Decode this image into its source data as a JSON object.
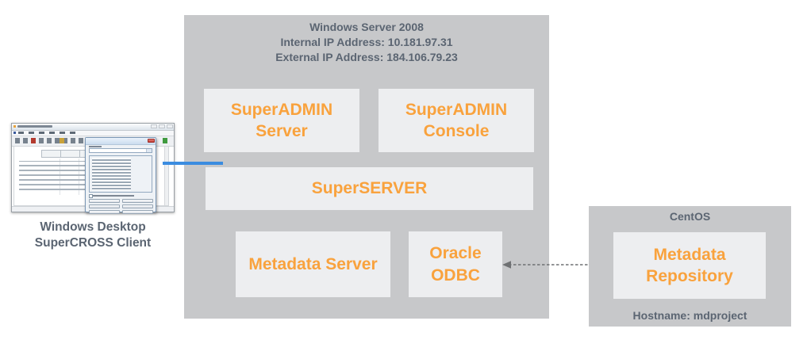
{
  "colors": {
    "container_gray": "#c7c8ca",
    "component_bg": "#edeef0",
    "accent_orange": "#f9a23d",
    "text_slate": "#5b6572",
    "arrow_gray": "#6f7173",
    "selection_blue": "#3b8ce0",
    "dialog_close_red": "#c0392f"
  },
  "server_box": {
    "title": "Windows Server 2008",
    "internal_ip": "Internal IP Address: 10.181.97.31",
    "external_ip": "External IP Address: 184.106.79.23",
    "components": {
      "superadmin_server": "SuperADMIN\nServer",
      "superadmin_console": "SuperADMIN\nConsole",
      "superserver": "SuperSERVER",
      "metadata_server": "Metadata Server",
      "oracle_odbc": "Oracle\nODBC"
    }
  },
  "centos_box": {
    "title": "CentOS",
    "component": "Metadata\nRepository",
    "hostname": "Hostname: mdproject"
  },
  "client": {
    "caption": "Windows Desktop\nSuperCROSS Client"
  }
}
